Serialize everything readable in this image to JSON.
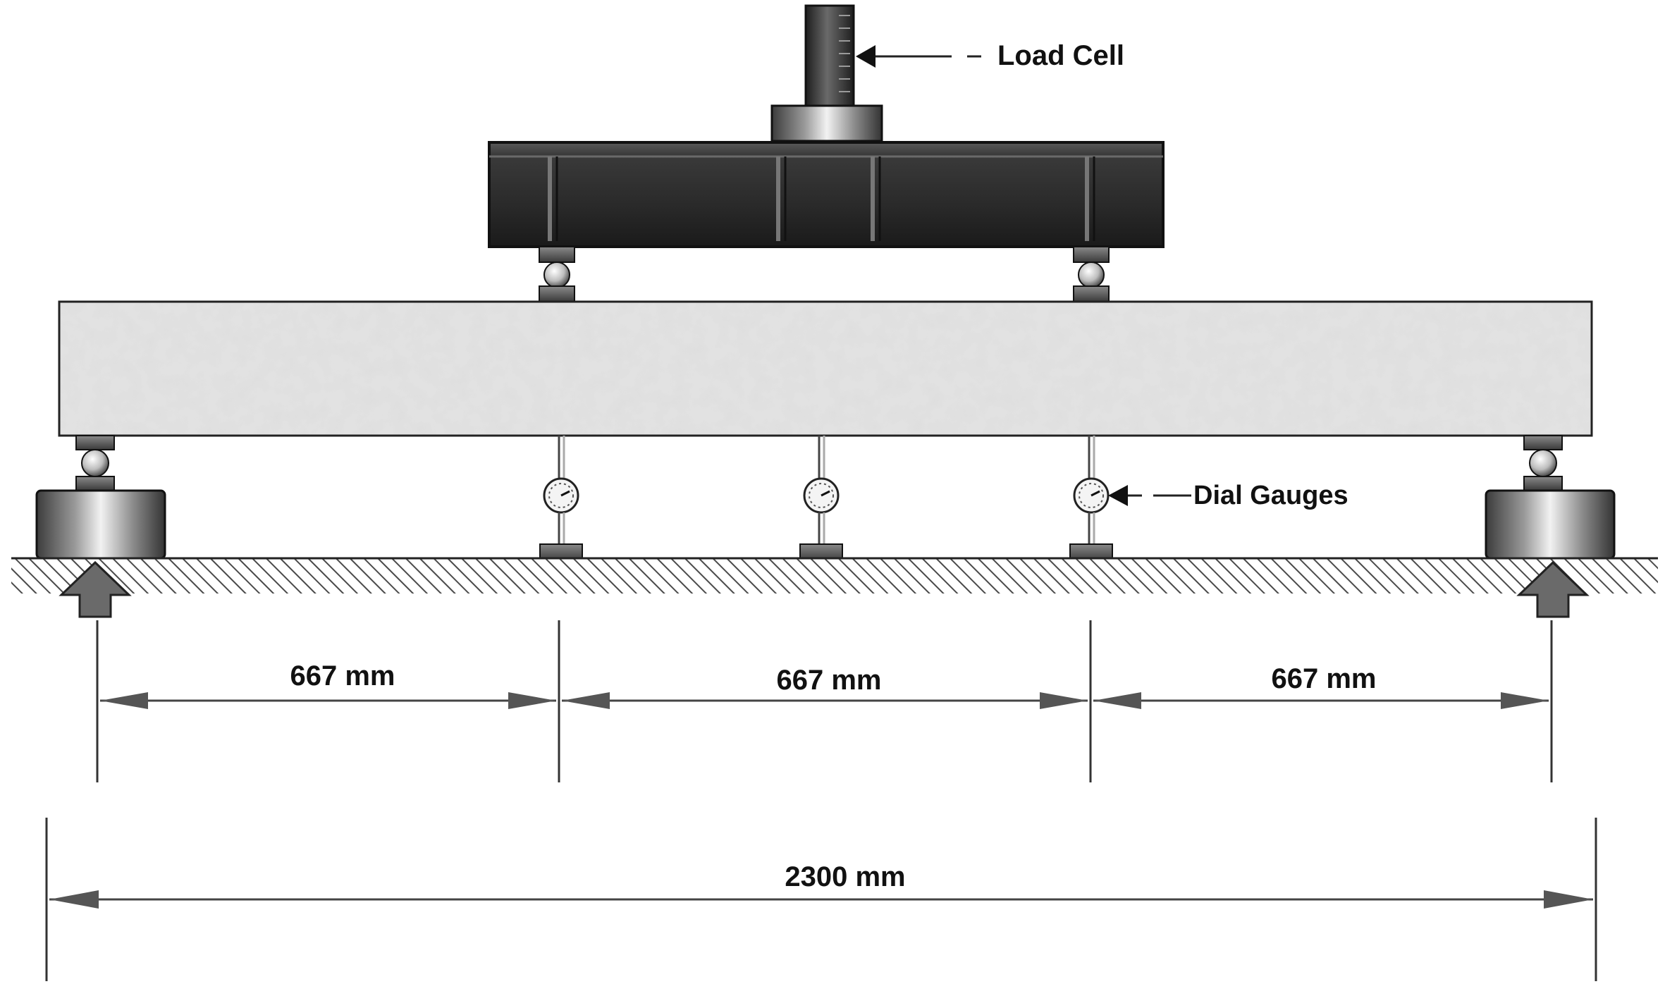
{
  "labels": {
    "load_cell": "Load Cell",
    "dial_gauges": "Dial Gauges"
  },
  "dimensions": {
    "span_1": "667 mm",
    "span_2": "667 mm",
    "span_3": "667 mm",
    "total": "2300 mm"
  },
  "colors": {
    "steel_dark": "#2b2b2b",
    "concrete": "#d8d8d8",
    "ground_hatch": "#555555",
    "dimension_line": "#444444",
    "arrow_fill": "#6a6a6a"
  }
}
